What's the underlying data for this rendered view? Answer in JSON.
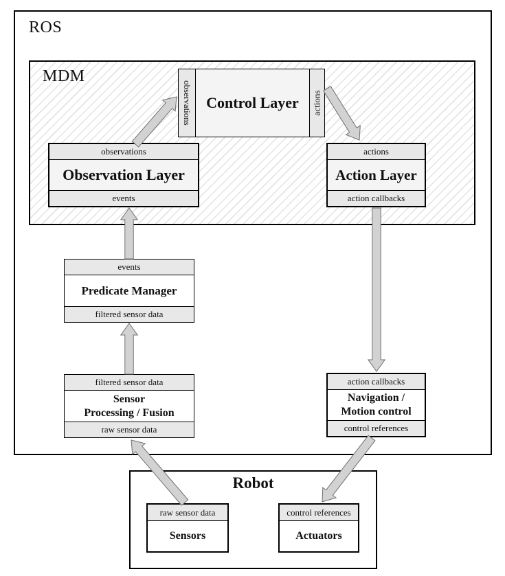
{
  "ros": {
    "label": "ROS"
  },
  "mdm": {
    "label": "MDM"
  },
  "robot": {
    "label": "Robot"
  },
  "boxes": {
    "control_layer": {
      "left_label": "observations",
      "title": "Control Layer",
      "right_label": "actions"
    },
    "observation_layer": {
      "header": "observations",
      "title": "Observation Layer",
      "footer": "events"
    },
    "action_layer": {
      "header": "actions",
      "title": "Action Layer",
      "footer": "action callbacks"
    },
    "predicate_manager": {
      "header": "events",
      "title": "Predicate Manager",
      "footer": "filtered sensor data"
    },
    "sensor_processing": {
      "header": "filtered sensor data",
      "title": "Sensor\nProcessing / Fusion",
      "footer": "raw sensor data"
    },
    "navigation": {
      "header": "action callbacks",
      "title": "Navigation /\nMotion control",
      "footer": "control references"
    },
    "sensors": {
      "header": "raw sensor data",
      "title": "Sensors"
    },
    "actuators": {
      "header": "control references",
      "title": "Actuators"
    }
  },
  "colors": {
    "border": "#000000",
    "strip_fill": "#e8e8e8",
    "mdm_box_body_fill": "#f4f4f4",
    "arrow_fill": "#d2d2d2",
    "arrow_stroke": "#6f6f6f",
    "hatch_line": "#e3e3e3",
    "background": "#ffffff"
  }
}
